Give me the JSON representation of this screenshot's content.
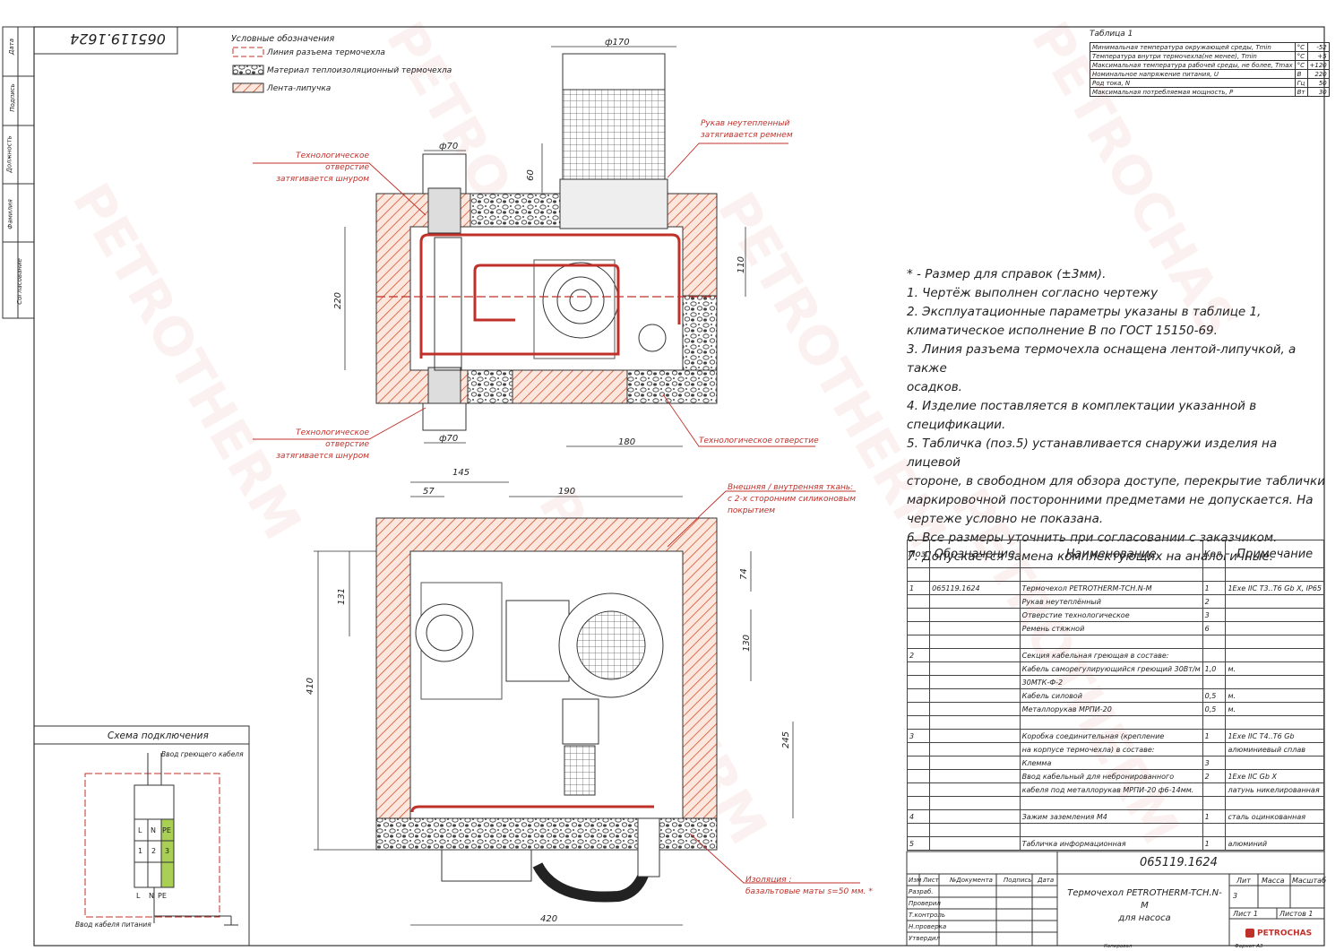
{
  "stamp": "065119.1624",
  "left_strip": [
    "Дата",
    "Подпись",
    "Должность",
    "Фамилия",
    "Согласование"
  ],
  "legend": {
    "title": "Условные обозначения",
    "items": [
      "Линия разъема термочехла",
      "Материал теплоизоляционный термочехла",
      "Лента-липучка"
    ]
  },
  "dims_top": {
    "d170": "ф170",
    "d70a": "ф70",
    "d70b": "ф70",
    "h60": "60",
    "h220": "220",
    "h110": "110",
    "w180": "180"
  },
  "callouts_top": {
    "hose": [
      "Рукав неутепленный",
      "затягивается ремнем"
    ],
    "tech_hole_1": [
      "Технологическое отверстие",
      "затягивается шнуром"
    ],
    "tech_hole_2": [
      "Технологическое отверстие",
      "затягивается шнуром"
    ],
    "tech_hole_3": "Технологическое отверстие"
  },
  "dims_bottom": {
    "w145": "145",
    "w57": "57",
    "w190": "190",
    "h131": "131",
    "h74": "74",
    "h130": "130",
    "h410": "410",
    "h245": "245",
    "w420": "420"
  },
  "callouts_bottom": {
    "fabric": [
      "Внешняя / внутренняя ткань:",
      "с 2-х сторонним силиконовым",
      "покрытием"
    ],
    "insulation": [
      "Изоляция :",
      "базальтовые маты s=50 мм. *"
    ]
  },
  "table1": {
    "title": "Таблица 1",
    "rows": [
      [
        "Минимальная температура окружающей среды, Tmin",
        "°C",
        "-52"
      ],
      [
        "Температура внутри термочехла(не менее), Tmin",
        "°C",
        "+5"
      ],
      [
        "Максимальная температура рабочей среды, не более, Tmax",
        "°C",
        "+120"
      ],
      [
        "Номинальное напряжение питания, U",
        "В",
        "220"
      ],
      [
        "Род тока, N",
        "Гц",
        "50"
      ],
      [
        "Максимальная потребляемая мощность, P",
        "Вт",
        "30"
      ]
    ]
  },
  "notes": [
    "* - Размер для справок (±3мм).",
    "1. Чертёж выполнен согласно чертежу",
    "2. Эксплуатационные параметры указаны в таблице 1,",
    "климатическое исполнение В по ГОСТ 15150-69.",
    "3. Линия разъема термочехла оснащена лентой-липучкой, а также",
    "осадков.",
    "4. Изделие поставляется в комплектации указанной в спецификации.",
    "5. Табличка (поз.5) устанавливается снаружи изделия на лицевой",
    "стороне, в свободном для обзора доступе, перекрытие таблички",
    "маркировочной посторонними предметами не допускается. На",
    "чертеже условно не показана.",
    "6. Все размеры уточнить при согласовании с заказчиком.",
    "7. Допускается замена комплектующих на аналогичные."
  ],
  "spec": {
    "headers": [
      "Поз.",
      "Обозначение",
      "Наименование",
      "Кол.",
      "Примечание"
    ],
    "rows": [
      [
        "",
        "",
        "",
        "",
        ""
      ],
      [
        "1",
        "065119.1624",
        "Термочехол PETROTHERM-TCH.N-M",
        "1",
        "1Exe IIC T3..T6 Gb X, IP65"
      ],
      [
        "",
        "",
        "Рукав неутеплённый",
        "2",
        ""
      ],
      [
        "",
        "",
        "Отверстие технологическое",
        "3",
        ""
      ],
      [
        "",
        "",
        "Ремень стяжной",
        "6",
        ""
      ],
      [
        "",
        "",
        "",
        "",
        ""
      ],
      [
        "2",
        "",
        "Секция кабельная греющая в составе:",
        "",
        ""
      ],
      [
        "",
        "",
        "Кабель саморегулирующийся греющий 30Вт/м",
        "1,0",
        "м."
      ],
      [
        "",
        "",
        "30МТК-Ф-2",
        "",
        ""
      ],
      [
        "",
        "",
        "Кабель силовой",
        "0,5",
        "м."
      ],
      [
        "",
        "",
        "Металлорукав МРПИ-20",
        "0,5",
        "м."
      ],
      [
        "",
        "",
        "",
        "",
        ""
      ],
      [
        "3",
        "",
        "Коробка соединительная (крепление",
        "1",
        "1Exe IIC T4..T6 Gb"
      ],
      [
        "",
        "",
        "на корпусе термочехла) в составе:",
        "",
        "алюминиевый сплав"
      ],
      [
        "",
        "",
        "Клемма",
        "3",
        ""
      ],
      [
        "",
        "",
        "Ввод кабельный для небронированного",
        "2",
        "1Exe IIC Gb X"
      ],
      [
        "",
        "",
        "кабеля под металлорукав МРПИ-20 ф6-14мм.",
        "",
        "латунь никелированная"
      ],
      [
        "",
        "",
        "",
        "",
        ""
      ],
      [
        "4",
        "",
        "Зажим заземления М4",
        "1",
        "сталь оцинкованная"
      ],
      [
        "",
        "",
        "",
        "",
        ""
      ],
      [
        "5",
        "",
        "Табличка информационная",
        "1",
        "алюминий"
      ]
    ]
  },
  "title_block": {
    "doc_number": "065119.1624",
    "col_headers": [
      "Изм",
      "Лист",
      "№Документа",
      "Подпись",
      "Дата"
    ],
    "roles": [
      "Разраб.",
      "Проверил",
      "Т.контроль",
      "Н.проверка",
      "Утвердил"
    ],
    "name_line1": "Термочехол PETROTHERM-TCH.N-M",
    "name_line2": "для насоса",
    "lit": "Лит",
    "mass": "Масса",
    "scale": "Масштаб",
    "lit_value": "3",
    "sheet": "Лист 1",
    "sheets": "Листов 1",
    "logo": "PETROCHAS",
    "copied": "Копировал",
    "format": "Формат А3"
  },
  "wiring": {
    "title": "Схема подключения",
    "heating_input": "Ввод греющего кабеля",
    "power_input": "Ввод кабеля питания",
    "top_labels": [
      "L",
      "N",
      "PE"
    ],
    "mid_labels": [
      "1",
      "2",
      "3"
    ],
    "bottom_labels": [
      "L",
      "N",
      "PE"
    ]
  },
  "watermark": "PETROTHERM"
}
